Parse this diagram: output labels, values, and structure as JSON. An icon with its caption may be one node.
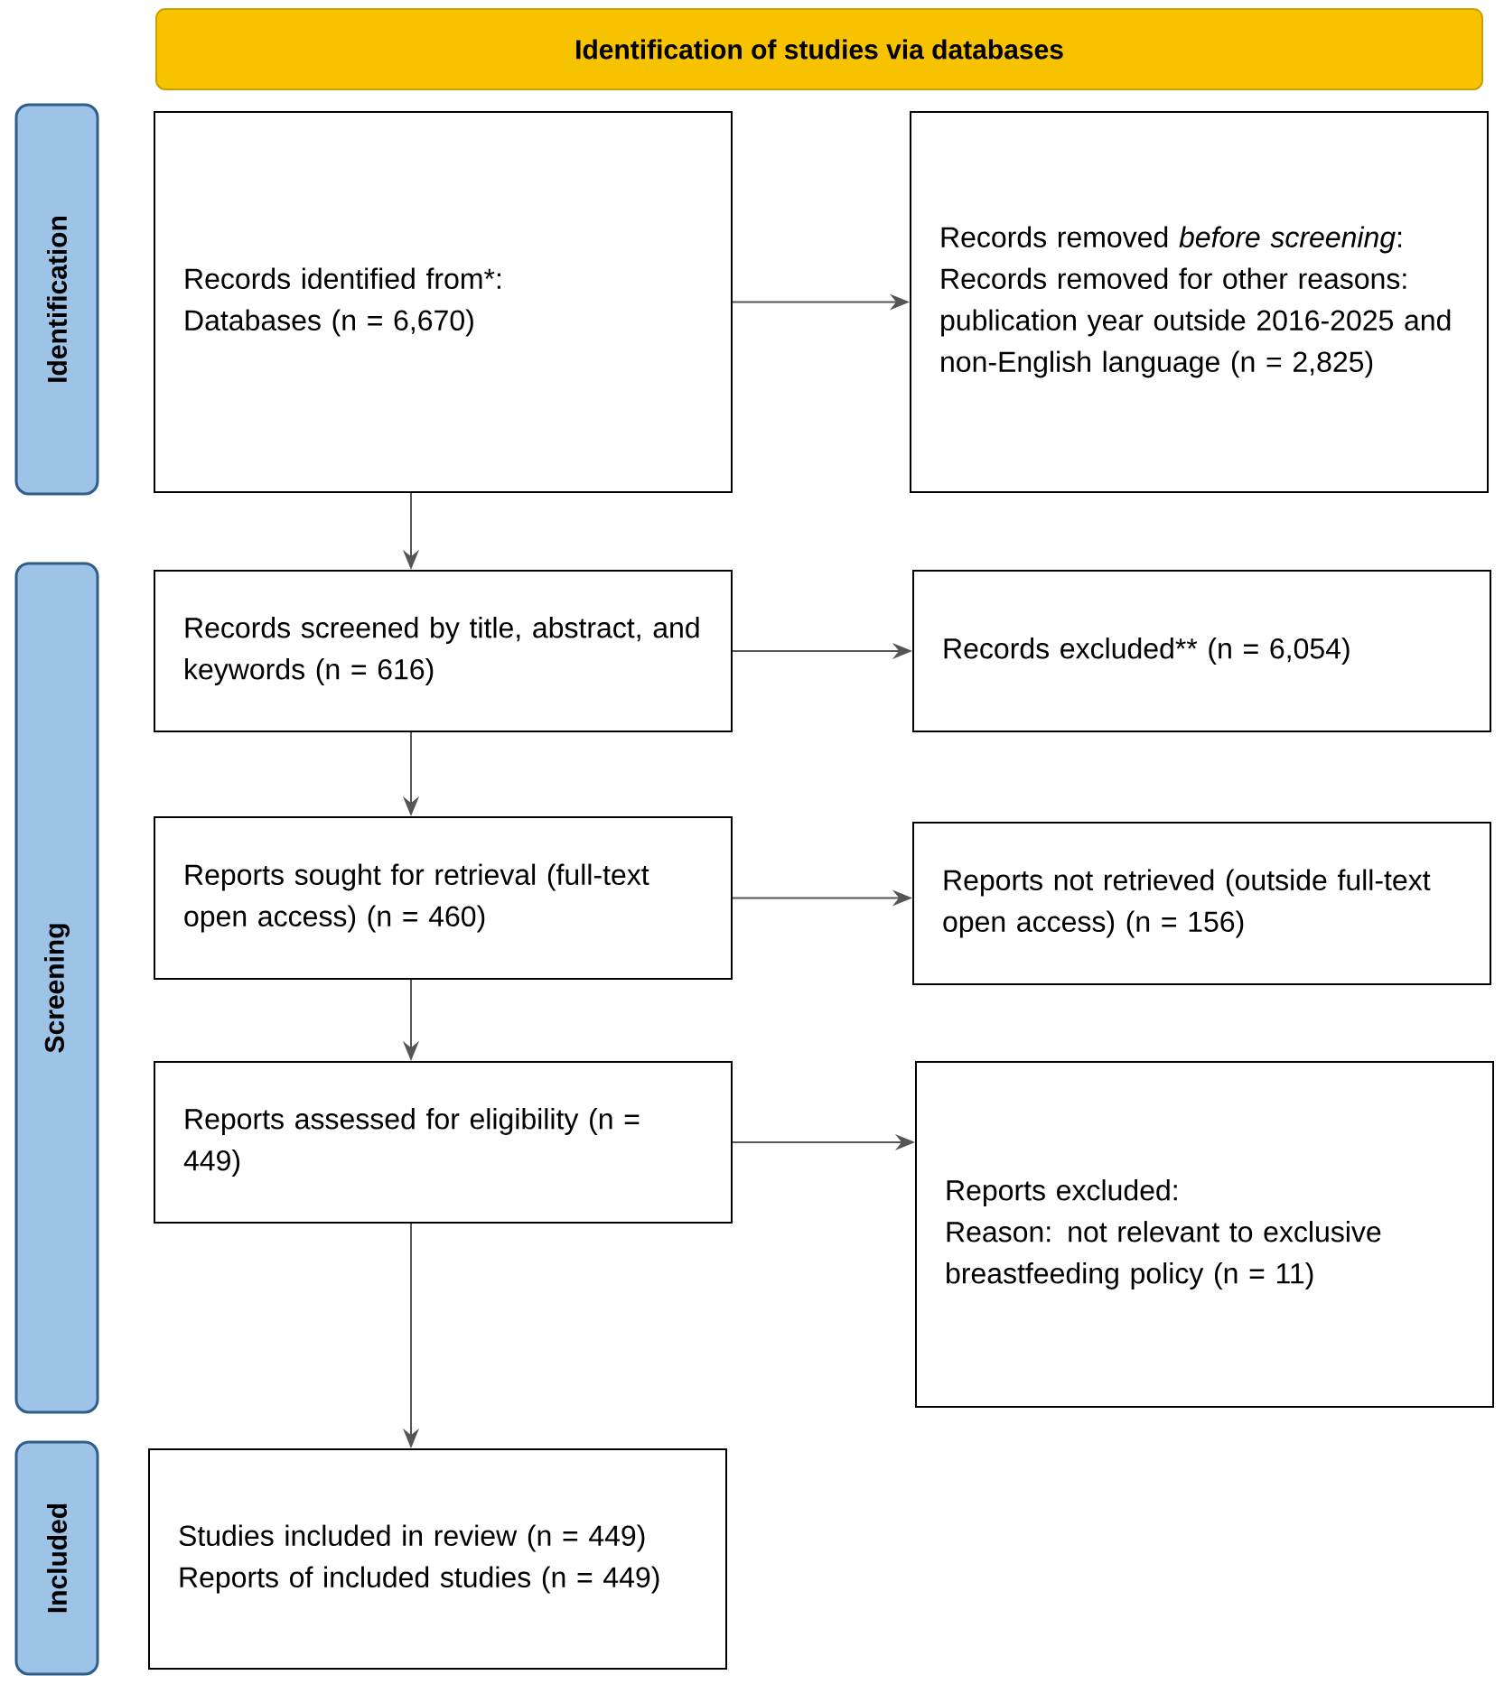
{
  "diagram": {
    "nodes": [
      {
        "text": [
          "Identification of studies via databases"
        ]
      },
      {
        "text": [
          "Identification"
        ]
      },
      {
        "text": [
          "Records identified from*:",
          "Databases (n = 6,670)"
        ]
      },
      {
        "text": [
          "Records removed *before screening*:",
          "Records removed for other reasons: publication year outside 2016-2025 and non-English language (n = 2,825)"
        ]
      },
      {
        "text": [
          "Screening"
        ]
      },
      {
        "text": [
          "Records screened by title, abstract, and keywords (n = 616)"
        ]
      },
      {
        "text": [
          "Records excluded** (n = 6,054)"
        ]
      },
      {
        "text": [
          "Reports sought for retrieval (full-text open access) (n = 460)"
        ]
      },
      {
        "text": [
          "Reports not retrieved (outside full-text open access) (n = 156)"
        ]
      },
      {
        "text": [
          "Reports assessed for eligibility (n = 449)"
        ]
      },
      {
        "text": [
          "Reports excluded:",
          "Reason: not relevant to exclusive breastfeeding policy (n = 11)"
        ]
      },
      {
        "text": [
          "Included"
        ]
      },
      {
        "text": [
          "Studies included in review (n = 449)",
          "Reports of included studies (n = 449)"
        ]
      }
    ],
    "edges": [
      {
        "from": 2,
        "to": 3,
        "arrow": "to"
      },
      {
        "from": 2,
        "to": 5,
        "arrow": "to"
      },
      {
        "from": 5,
        "to": 6,
        "arrow": "to"
      },
      {
        "from": 5,
        "to": 7,
        "arrow": "to"
      },
      {
        "from": 7,
        "to": 8,
        "arrow": "to"
      },
      {
        "from": 7,
        "to": 9,
        "arrow": "to"
      },
      {
        "from": 9,
        "to": 10,
        "arrow": "to"
      },
      {
        "from": 9,
        "to": 12,
        "arrow": "to"
      }
    ]
  }
}
